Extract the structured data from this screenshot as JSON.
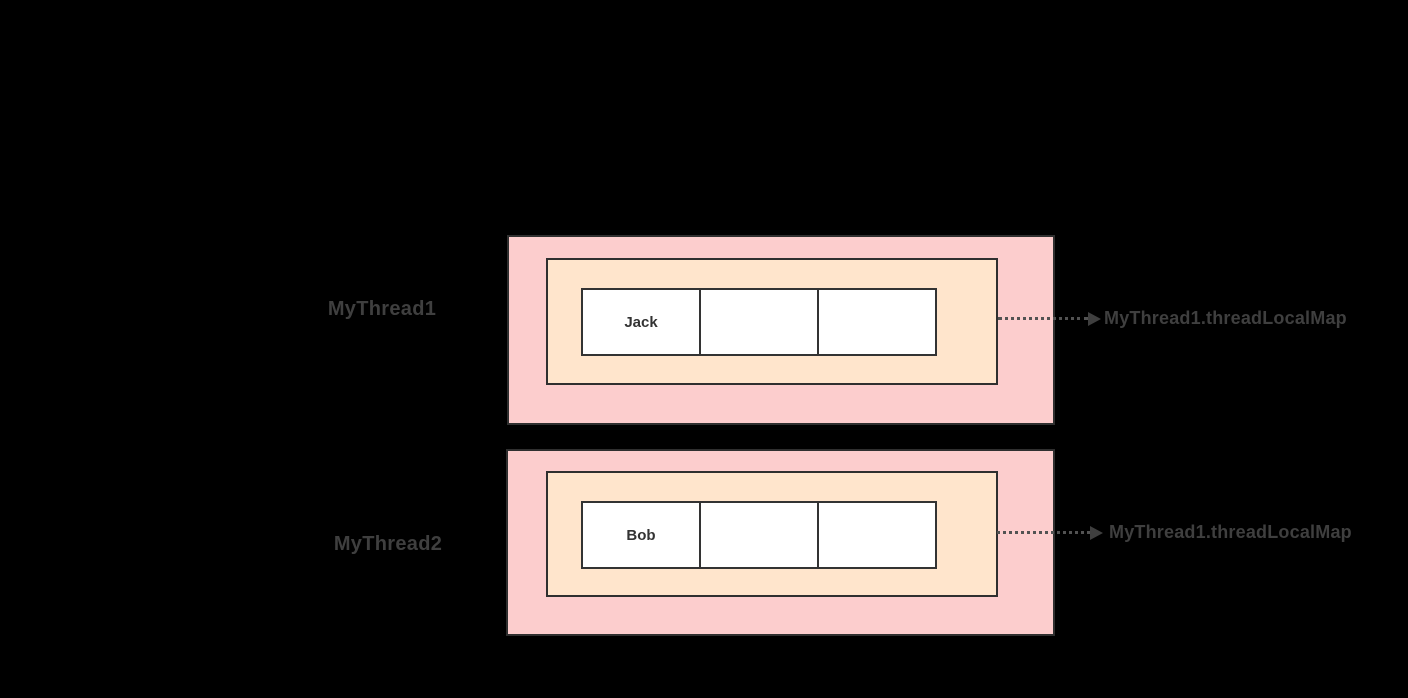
{
  "diagram": {
    "description": "ThreadLocalMap per-thread storage diagram",
    "background_color": "#000000",
    "threads": [
      {
        "name": "MyThread1",
        "entry_value": "Jack",
        "empty_cell_2": "",
        "empty_cell_3": "",
        "map_label": "MyThread1.threadLocalMap"
      },
      {
        "name": "MyThread2",
        "entry_value": "Bob",
        "empty_cell_2": "",
        "empty_cell_3": "",
        "map_label": "MyThread1.threadLocalMap"
      }
    ],
    "colors": {
      "thread_box_fill": "#FCCDCD",
      "map_box_fill": "#FFE5CC",
      "cell_fill": "#FFFFFF",
      "box_border": "#2F2F2F",
      "cell_border": "#333333",
      "label_text": "#3F3F3F",
      "cell_text": "#333333",
      "arrow": "#525252"
    },
    "icons": {
      "arrowhead": "right-pointing solid triangle"
    }
  }
}
